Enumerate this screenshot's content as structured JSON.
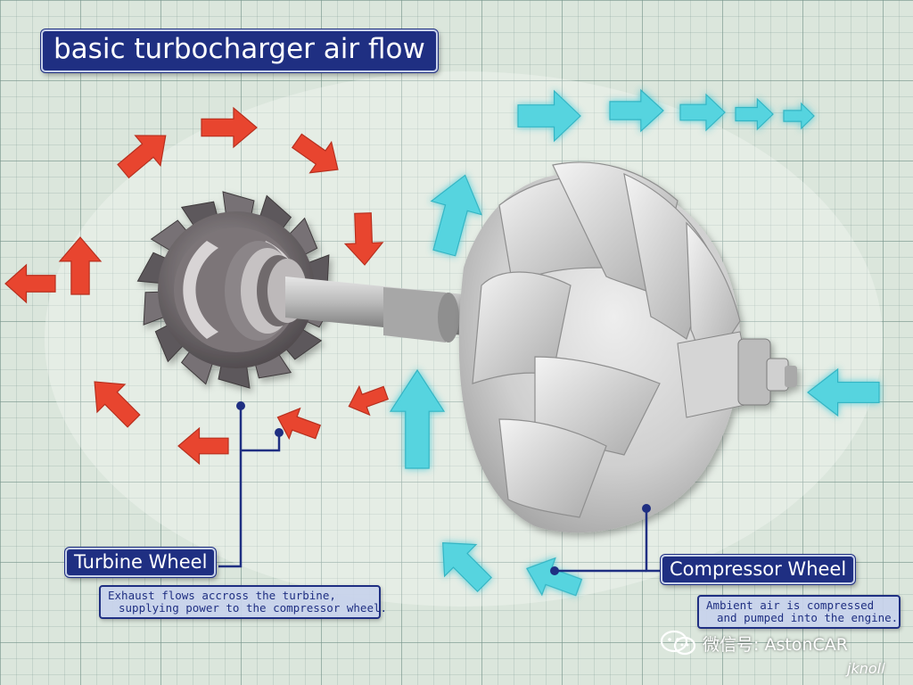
{
  "title": "basic turbocharger air flow",
  "turbine": {
    "label": "Turbine Wheel",
    "description": [
      "Exhaust flows accross the turbine,",
      "supplying power to the compressor wheel."
    ]
  },
  "compressor": {
    "label": "Compressor Wheel",
    "description": [
      "Ambient air is compressed",
      "and pumped into the engine."
    ]
  },
  "watermark": "微信号: AstonCAR",
  "signature": "jknoll",
  "colors": {
    "exhaust_arrow": "#e8452f",
    "intake_arrow": "#55d4e0",
    "label_fill": "#1f2f82",
    "grid_background": "#dbe6dc"
  },
  "icons": [
    "wechat-logo-icon"
  ]
}
